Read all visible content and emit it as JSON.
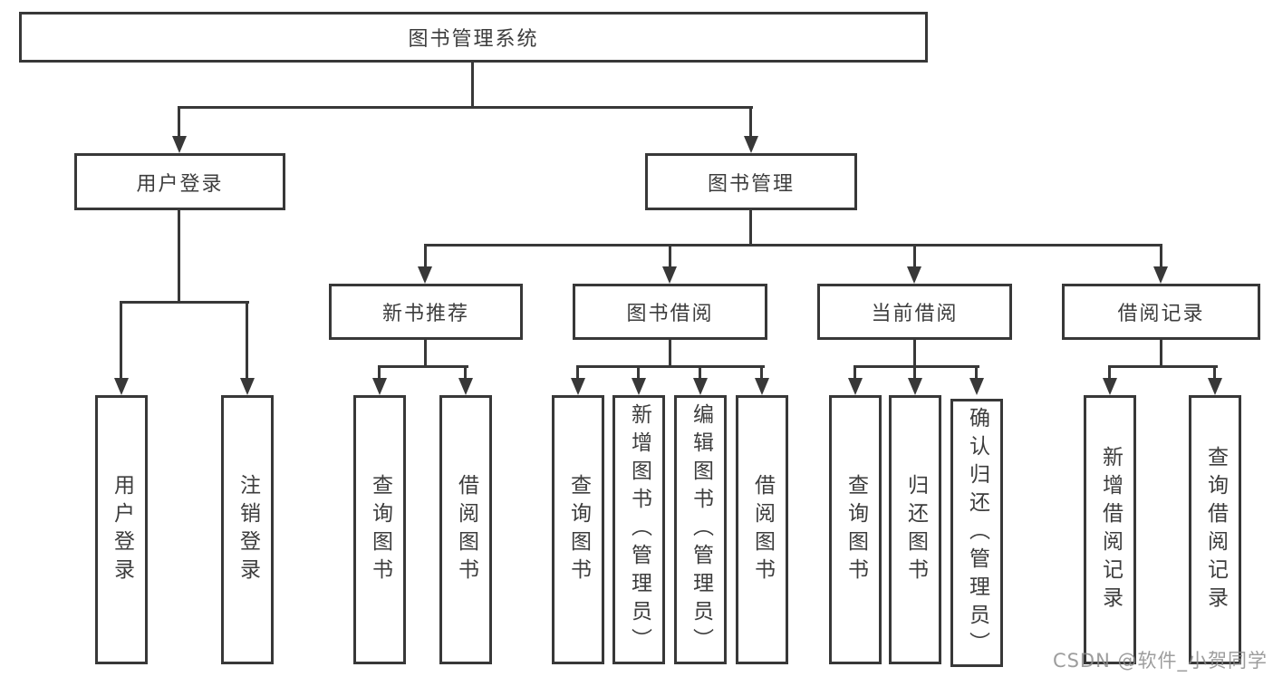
{
  "diagram": {
    "title_node": "图书管理系统",
    "branches": [
      {
        "label": "用户登录",
        "children": [
          "用户登录",
          "注销登录"
        ]
      },
      {
        "label": "图书管理",
        "groups": [
          {
            "label": "新书推荐",
            "children": [
              "查询图书",
              "借阅图书"
            ]
          },
          {
            "label": "图书借阅",
            "children": [
              "查询图书",
              "新增图书（管理员）",
              "编辑图书（管理员）",
              "借阅图书"
            ]
          },
          {
            "label": "当前借阅",
            "children": [
              "查询图书",
              "归还图书",
              "确认归还（管理员）"
            ]
          },
          {
            "label": "借阅记录",
            "children": [
              "新增借阅记录",
              "查询借阅记录"
            ]
          }
        ]
      }
    ],
    "watermark": "CSDN @软件_小贺同学",
    "colors": {
      "line": "#383838",
      "text": "#3d3d3d",
      "watermark": "#8c8c8c"
    }
  }
}
